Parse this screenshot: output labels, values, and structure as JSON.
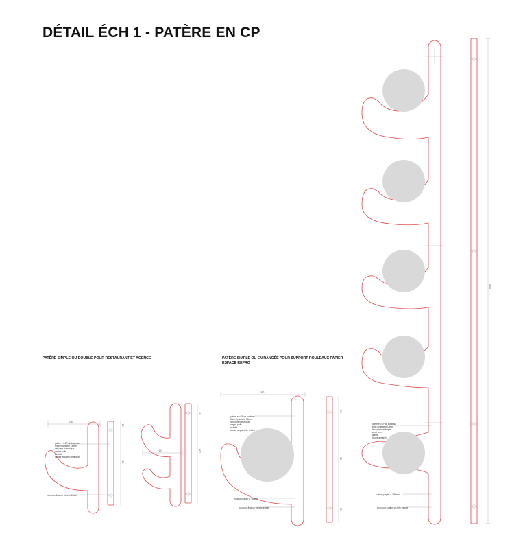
{
  "page_title": "DÉTAIL ÉCH 1 - PATÈRE EN CP",
  "captions": {
    "left": "PATÈRE SIMPLE OU DOUBLE POUR RESTAURANT ET AGENCE",
    "middle_line1": "PATÈRE SIMPLE OU EN RANGÉE POUR SUPPORT ROULEAUX PAPIER",
    "middle_line2": "ESPACE REPRO"
  },
  "annotations": {
    "material": [
      "patère en CP de bouleau",
      "finish épaisseur 18mm",
      "découpe numérique",
      "angles polis",
      "stratifié",
      "clouée appareil de finition"
    ],
    "material_short": [
      "patère en CP de bouleau",
      "finish épaisseur 18mm",
      "découpe numérique",
      "sabot 4mm",
      "stratifié",
      "clouée appareil"
    ],
    "paper_roll": "rouleau papier ø 156mm",
    "fixing": "trou pour fixation vis tête fraisée"
  },
  "dimensions": {
    "simple_width": "150",
    "simple_height": "200",
    "double_width": "80",
    "double_height": "600",
    "row_total": "1500",
    "roll_width": "350",
    "side_small_1": "50",
    "side_small_2": "25",
    "side_small_3": "18"
  },
  "colors": {
    "outline": "#e0484a",
    "disc": "#d9d9d9",
    "ink": "#111111",
    "dim": "#8a8a8a"
  }
}
